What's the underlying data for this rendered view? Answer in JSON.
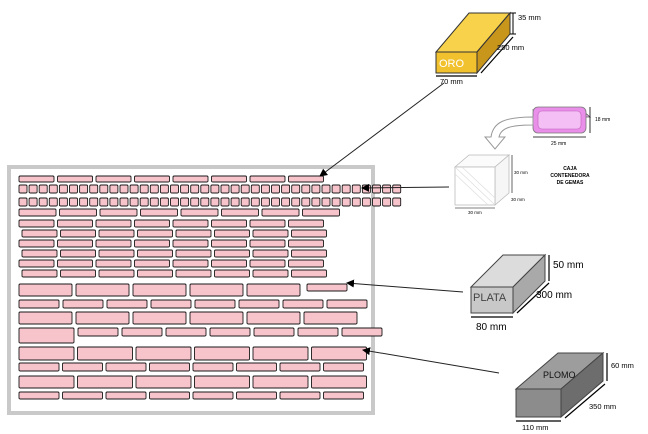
{
  "gold_bar": {
    "label": "ORO",
    "height": "35 mm",
    "length": "250 mm",
    "width": "70 mm",
    "color": "#f2c12e"
  },
  "gem_container": {
    "caption_lines": [
      "CAJA",
      "CONTENEDORA",
      "DE GEMAS"
    ],
    "gem_height": "18 mm",
    "gem_width": "25 mm",
    "box_height": "30 mm",
    "box_width": "30 mm",
    "box_depth": "30 mm",
    "gem_color": "#e98ee9"
  },
  "silver_bar": {
    "label": "PLATA",
    "height": "50 mm",
    "length": "300 mm",
    "width": "80 mm",
    "color": "#c8c8c8"
  },
  "lead_bar": {
    "label": "PLOMO",
    "height": "60 mm",
    "length": "350 mm",
    "width": "110 mm",
    "color": "#8c8c8c"
  },
  "shelf": {
    "brick_color": "#f8c4cc",
    "frame_color": "#c9c9c9"
  }
}
